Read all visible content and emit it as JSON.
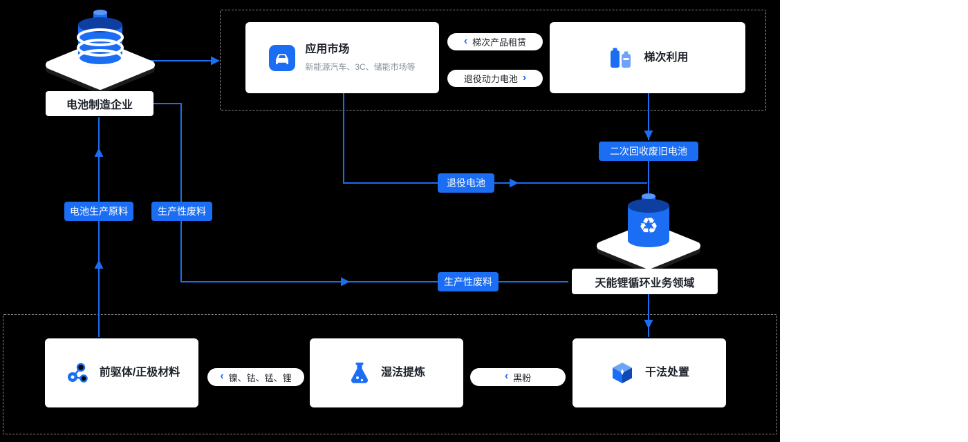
{
  "colors": {
    "accent_blue": "#1b6ef3",
    "background": "#000000",
    "card_bg": "#ffffff",
    "text_dark": "#1d2129",
    "text_gray": "#86909c",
    "dashed_border": "#8c8c8c"
  },
  "manufacturer": {
    "label": "电池制造企业"
  },
  "top_group": {
    "app_market": {
      "title": "应用市场",
      "subtitle": "新能源汽车、3C、储能市场等"
    },
    "pill_lease": {
      "chevron": "‹",
      "label": "梯次产品租赁"
    },
    "pill_retired": {
      "label": "退役动力电池",
      "chevron": "›"
    },
    "echelon": {
      "title": "梯次利用"
    }
  },
  "badges": {
    "secondary_recycle": "二次回收废旧电池",
    "retired_battery": "退役电池",
    "battery_raw": "电池生产原料",
    "waste_vertical": "生产性废料",
    "waste_horizontal": "生产性废料"
  },
  "recycle_hub": {
    "label": "天能锂循环业务领域"
  },
  "bottom_group": {
    "precursor": {
      "title": "前驱体/正极材料"
    },
    "pill_metals": {
      "chevron": "‹",
      "label": "镍、钴、锰、锂"
    },
    "wet": {
      "title": "湿法提炼"
    },
    "pill_black_powder": {
      "chevron": "‹",
      "label": "黑粉"
    },
    "dry": {
      "title": "干法处置"
    }
  },
  "icons": {
    "manufacturer": "battery-stack-icon",
    "app_market": "car-icon",
    "echelon": "batteries-icon",
    "recycle_hub": "recycle-battery-icon",
    "precursor": "molecule-icon",
    "wet": "flask-icon",
    "dry": "cube-icon"
  }
}
